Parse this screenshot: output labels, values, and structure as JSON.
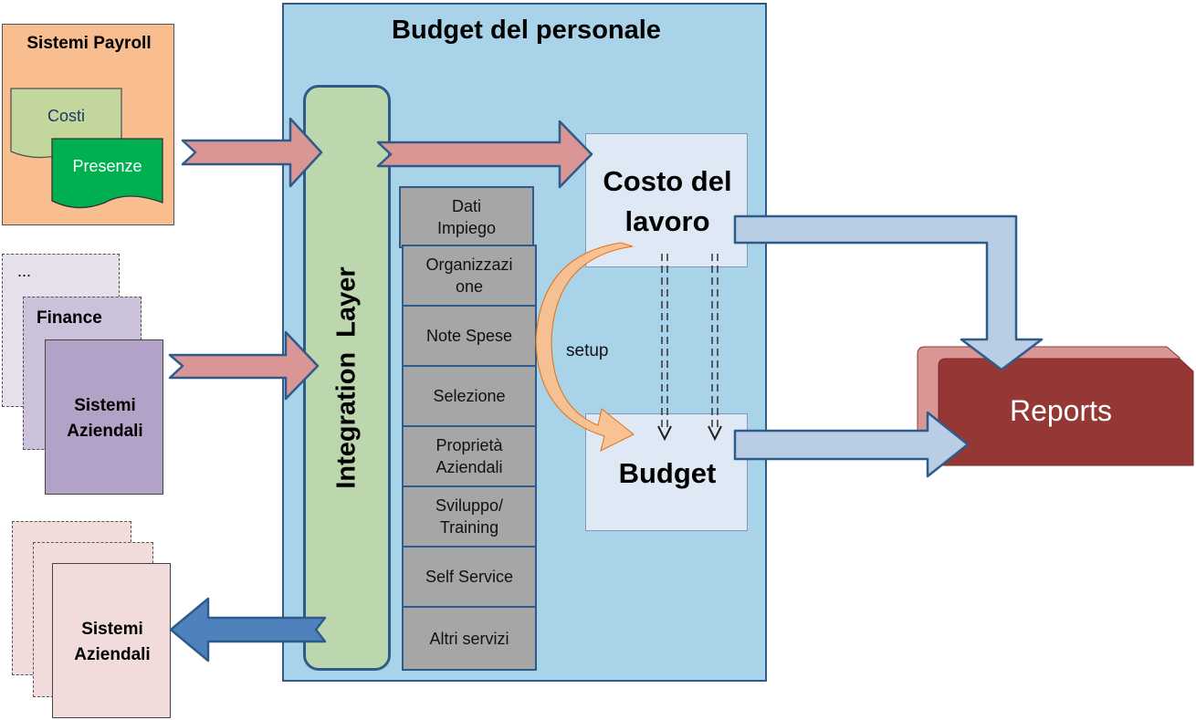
{
  "payroll": {
    "title": "Sistemi Payroll",
    "doc_costi": "Costi",
    "doc_presenze": "Presenze"
  },
  "budget": {
    "title": "Budget del personale"
  },
  "integration_layer": {
    "label": "Integration  Layer"
  },
  "services": [
    "Dati Impiego",
    "Organizzazione",
    "Note Spese",
    "Selezione",
    "Proprietà Aziendali",
    "Sviluppo/ Training",
    "Self Service",
    "Altri servizi"
  ],
  "services_display": {
    "dati_l1": "Dati",
    "dati_l2": "Impiego",
    "org_l1": "Organizzazi",
    "org_l2": "one",
    "note": "Note Spese",
    "selezione": "Selezione",
    "prop_l1": "Proprietà",
    "prop_l2": "Aziendali",
    "svil_l1": "Sviluppo/",
    "svil_l2": "Training",
    "self": "Self Service",
    "altri": "Altri servizi"
  },
  "costo": {
    "line1": "Costo del",
    "line2": "lavoro"
  },
  "budget_box": {
    "label": "Budget"
  },
  "setup": "setup",
  "reports": "Reports",
  "finance_stack": {
    "back_label": "...",
    "mid_label": "Finance",
    "front_line1": "Sistemi",
    "front_line2": "Aziendali"
  },
  "output_stack": {
    "line1": "Sistemi",
    "line2": "Aziendali"
  },
  "colors": {
    "payroll_bg": "#f9be8f",
    "budget_bg": "#a8d3e8",
    "integration_bg": "#bcd7ae",
    "service_bg": "#a6a6a6",
    "reports_bg": "#953735",
    "pink_arrow": "#d99694",
    "blue_arrow": "#4f81bd",
    "light_blue_arrow": "#b9cde5",
    "finance_front": "#b3a2c7",
    "output_pages": "#f2dcdb",
    "presenze_doc": "#00b050",
    "costi_doc": "#c3d69b"
  }
}
